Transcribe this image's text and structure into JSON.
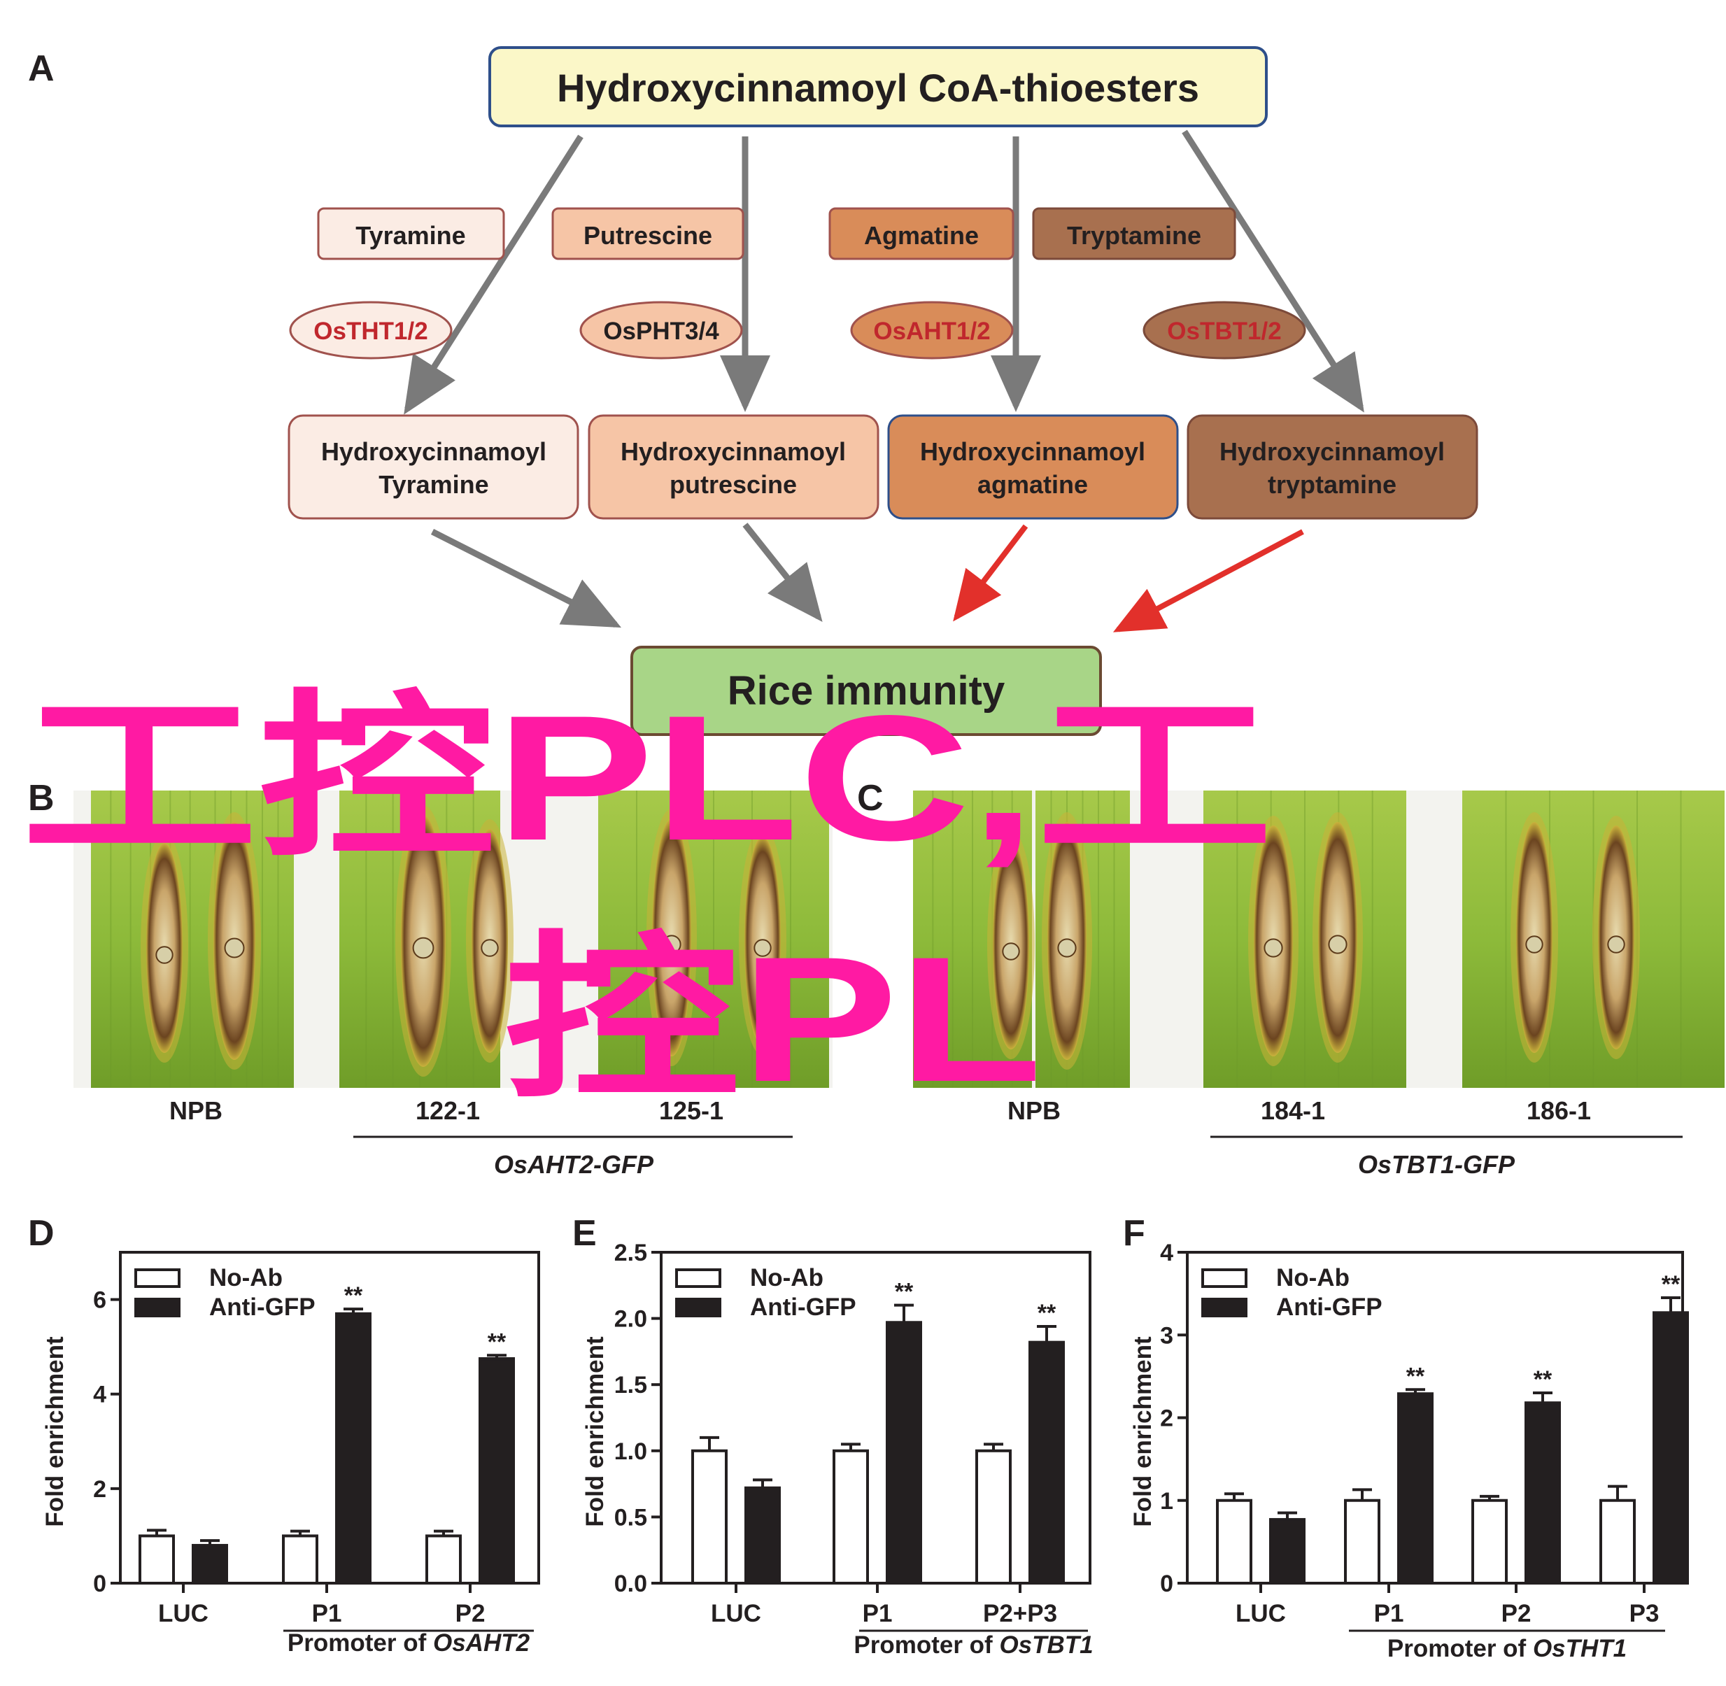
{
  "panel_a": {
    "letter": "A",
    "top_box": "Hydroxycinnamoyl CoA-thioesters",
    "amines": [
      {
        "label": "Tyramine",
        "fill": "#fbece4",
        "stroke": "#a0524d"
      },
      {
        "label": "Putrescine",
        "fill": "#f6c5a6",
        "stroke": "#a0524d"
      },
      {
        "label": "Agmatine",
        "fill": "#d98c59",
        "stroke": "#a0524d"
      },
      {
        "label": "Tryptamine",
        "fill": "#a8704f",
        "stroke": "#7c4a3a"
      }
    ],
    "enzymes": [
      {
        "label": "OsTHT1/2",
        "fill": "#fbece4",
        "text_color": "#c0272d"
      },
      {
        "label": "OsPHT3/4",
        "fill": "#f6c5a6",
        "text_color": "#231f20"
      },
      {
        "label": "OsAHT1/2",
        "fill": "#d98c59",
        "text_color": "#c0272d"
      },
      {
        "label": "OsTBT1/2",
        "fill": "#a8704f",
        "text_color": "#c0272d"
      }
    ],
    "products": [
      {
        "line1": "Hydroxycinnamoyl",
        "line2": "Tyramine",
        "fill": "#fbece4",
        "stroke": "#a0524d"
      },
      {
        "line1": "Hydroxycinnamoyl",
        "line2": "putrescine",
        "fill": "#f6c5a6",
        "stroke": "#a0524d"
      },
      {
        "line1": "Hydroxycinnamoyl",
        "line2": "agmatine",
        "fill": "#d98c59",
        "stroke": "#2e4f8a"
      },
      {
        "line1": "Hydroxycinnamoyl",
        "line2": "tryptamine",
        "fill": "#a8704f",
        "stroke": "#7c4a3a"
      }
    ],
    "bottom_box": "Rice immunity",
    "colors": {
      "top_fill": "#fbf7c8",
      "top_stroke": "#2e4f8a",
      "bottom_fill": "#a8d587",
      "arrow_gray": "#7a7a7a",
      "arrow_red": "#e2302b"
    }
  },
  "panel_b": {
    "letter": "B",
    "labels": [
      "NPB",
      "122-1",
      "125-1"
    ],
    "group_label": "OsAHT2-GFP"
  },
  "panel_c": {
    "letter": "C",
    "labels": [
      "NPB",
      "184-1",
      "186-1"
    ],
    "group_label": "OsTBT1-GFP"
  },
  "legend": {
    "noab": "No-Ab",
    "antigfp": "Anti-GFP"
  },
  "watermark": {
    "line1": "工控PLC,工",
    "line2": "控PL",
    "color": "#ff1aa3"
  },
  "chart_data": [
    {
      "panel": "D",
      "type": "bar",
      "ylabel": "Fold enrichment",
      "ylim": [
        0,
        7
      ],
      "yticks": [
        "0",
        "2",
        "4",
        "6"
      ],
      "categories": [
        "LUC",
        "P1",
        "P2"
      ],
      "promoter_prefix": "Promoter of",
      "promoter_gene": "OsAHT2",
      "series": [
        {
          "name": "No-Ab",
          "values": [
            1.0,
            1.0,
            1.0
          ],
          "errors": [
            0.12,
            0.1,
            0.1
          ]
        },
        {
          "name": "Anti-GFP",
          "values": [
            0.8,
            5.7,
            4.75
          ],
          "errors": [
            0.1,
            0.1,
            0.07
          ]
        }
      ],
      "significance": [
        "",
        "**",
        "**"
      ]
    },
    {
      "panel": "E",
      "type": "bar",
      "ylabel": "Fold enrichment",
      "ylim": [
        0,
        2.5
      ],
      "yticks": [
        "0.0",
        "0.5",
        "1.0",
        "1.5",
        "2.0",
        "2.5"
      ],
      "categories": [
        "LUC",
        "P1",
        "P2+P3"
      ],
      "promoter_prefix": "Promoter of",
      "promoter_gene": "OsTBT1",
      "series": [
        {
          "name": "No-Ab",
          "values": [
            1.0,
            1.0,
            1.0
          ],
          "errors": [
            0.1,
            0.05,
            0.05
          ]
        },
        {
          "name": "Anti-GFP",
          "values": [
            0.72,
            1.97,
            1.82
          ],
          "errors": [
            0.06,
            0.13,
            0.12
          ]
        }
      ],
      "significance": [
        "",
        "**",
        "**"
      ]
    },
    {
      "panel": "F",
      "type": "bar",
      "ylabel": "Fold enrichment",
      "ylim": [
        0,
        4
      ],
      "yticks": [
        "0",
        "1",
        "2",
        "3",
        "4"
      ],
      "categories": [
        "LUC",
        "P1",
        "P2",
        "P3"
      ],
      "promoter_prefix": "Promoter of",
      "promoter_gene": "OsTHT1",
      "series": [
        {
          "name": "No-Ab",
          "values": [
            1.0,
            1.0,
            1.0,
            1.0
          ],
          "errors": [
            0.08,
            0.13,
            0.05,
            0.17
          ]
        },
        {
          "name": "Anti-GFP",
          "values": [
            0.77,
            2.29,
            2.18,
            3.27
          ],
          "errors": [
            0.08,
            0.05,
            0.12,
            0.18
          ]
        }
      ],
      "significance": [
        "",
        "**",
        "**",
        "**"
      ]
    }
  ]
}
